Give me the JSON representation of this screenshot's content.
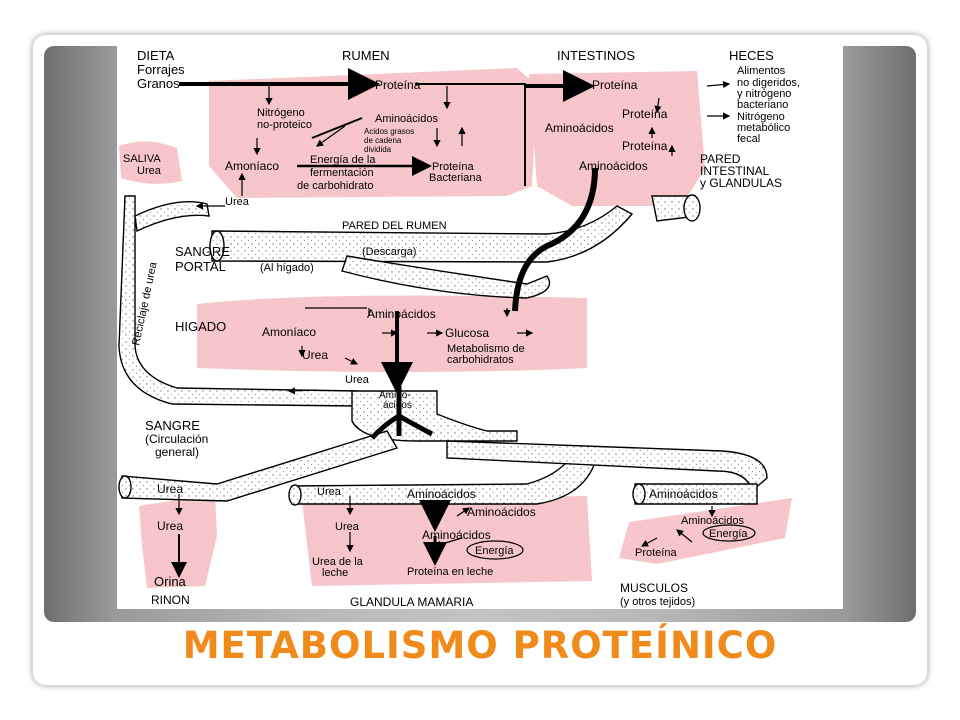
{
  "slide": {
    "title": "METABOLISMO PROTEÍNICO",
    "title_color": "#f08a1a"
  },
  "diagram": {
    "colors": {
      "pink": "#f6c6cb",
      "duct": "#fdf7f7",
      "arrow": "#000000"
    },
    "labels": {
      "dieta": "DIETA",
      "forrajes": "Forrajes",
      "granos": "Granos",
      "rumen": "RUMEN",
      "intestinos": "INTESTINOS",
      "heces": "HECES",
      "heces_1": "Alimentos",
      "heces_2": "no digeridos,",
      "heces_3": "y nitrógeno",
      "heces_4": "bacteriano",
      "heces_5": "Nitrógeno",
      "heces_6": "metabólico",
      "heces_7": "fecal",
      "rumen_proteina": "Proteína",
      "nitrogeno_1": "Nitrógeno",
      "nitrogeno_2": "no-proteico",
      "rumen_aminoacidos": "Aminoácidos",
      "acidos_1": "Acidos grasos",
      "acidos_2": "de cadena",
      "acidos_3": "dividida",
      "amoniaco": "Amoníaco",
      "energia_1": "Energía de la",
      "energia_2": "fermentación",
      "energia_3": "de carbohidrato",
      "bacteriana_1": "Proteína",
      "bacteriana_2": "Bacteriana",
      "saliva": "SALIVA",
      "saliva_urea": "Urea",
      "rumen_urea": "Urea",
      "int_proteina": "Proteína",
      "int_aminoacidos": "Aminoácidos",
      "int_proteina_2": "Proteína",
      "int_proteina_3": "Proteína",
      "int_aminoacidos_2": "Aminoácidos",
      "pared_int_1": "PARED",
      "pared_int_2": "INTESTINAL",
      "pared_int_3": "y GLANDULAS",
      "pared_rumen": "PARED DEL RUMEN",
      "sangre_portal_1": "SANGRE",
      "sangre_portal_2": "PORTAL",
      "sangre_portal_3": "(Al hígado)",
      "descarga": "(Descarga)",
      "reciclaje": "Reciclaje de urea",
      "higado": "HIGADO",
      "hig_aminoacidos": "Aminoácidos",
      "hig_amoniaco": "Amoníaco",
      "glucosa": "Glucosa",
      "metab_1": "Metabolismo de",
      "metab_2": "carbohidratos",
      "hig_urea": "Urea",
      "urea_out": "Urea",
      "amino_1": "Amino-",
      "amino_2": "ácidos",
      "sangre_gen_1": "SANGRE",
      "sangre_gen_2": "(Circulación",
      "sangre_gen_3": "general)",
      "rinon_urea_1": "Urea",
      "rinon_urea_2": "Urea",
      "orina": "Orina",
      "rinon": "RINON",
      "mam_urea_1": "Urea",
      "mam_aminoacidos": "Aminoácidos",
      "mam_aminoacidos_2": "Aminoácidos",
      "mam_aminoacidos_3": "Aminoácidos",
      "mam_urea_2": "Urea",
      "mam_energia": "Energía",
      "urea_leche_1": "Urea de la",
      "urea_leche_2": "leche",
      "proteina_leche": "Proteína en leche",
      "glandula": "GLANDULA MAMARIA",
      "mus_aminoacidos": "Aminoácidos",
      "mus_aminoacidos_2": "Aminoácidos",
      "mus_energia": "Energía",
      "mus_proteina": "Proteína",
      "musculos_1": "MUSCULOS",
      "musculos_2": "(y otros tejidos)"
    }
  }
}
